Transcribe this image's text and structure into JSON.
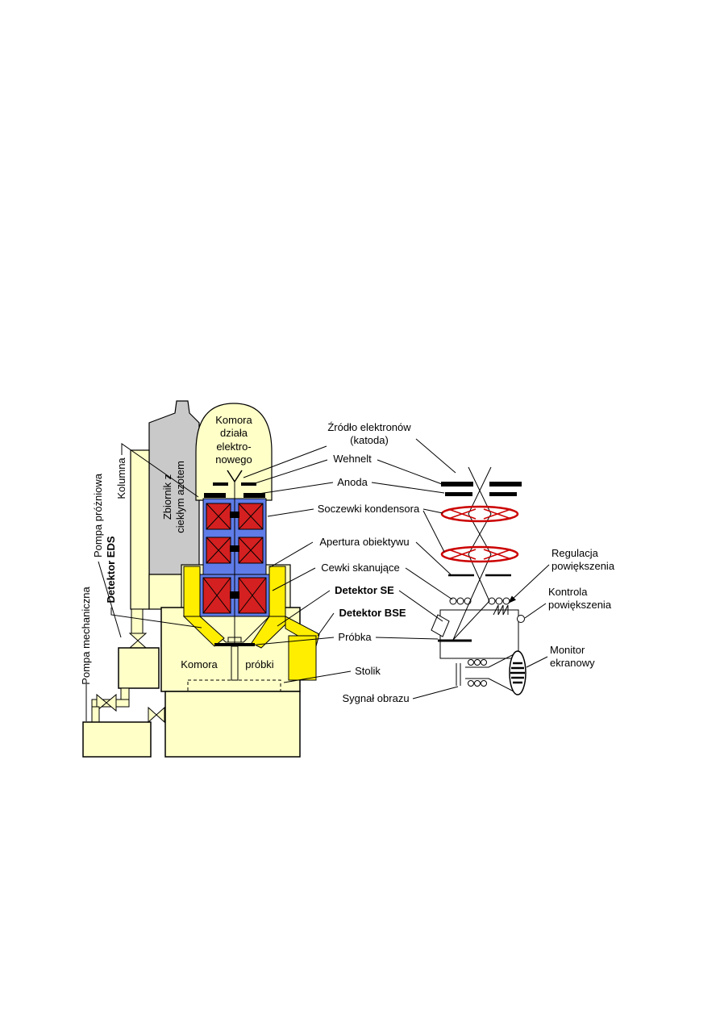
{
  "colors": {
    "body_cream": "#ffffc8",
    "tank_gray": "#c9c9c9",
    "column_blue": "#5f7ce8",
    "coil_red": "#d42020",
    "detector_yellow": "#ffee00",
    "lens_red": "#cc0000",
    "outline": "#000000"
  },
  "left_labels": {
    "pompa_mechaniczna": "Pompa mechaniczna",
    "pompa_prozniowa": "Pompa próżniowa",
    "detektor_eds": "Detektor EDS",
    "kolumna": "Kolumna"
  },
  "tank": {
    "line1": "Zbiornik z",
    "line2": "ciekłym azotem"
  },
  "gun": {
    "line1": "Komora",
    "line2": "działa",
    "line3": "elektro-",
    "line4": "nowego"
  },
  "chamber": {
    "left": "Komora",
    "right": "próbki"
  },
  "mid_labels": {
    "zrodlo": "Źródło elektronów (katoda)",
    "wehnelt": "Wehnelt",
    "anoda": "Anoda",
    "soczewki": "Soczewki kondensora",
    "apertura": "Apertura obiektywu",
    "cewki": "Cewki skanujące",
    "detektor_se": "Detektor SE",
    "detektor_bse": "Detektor BSE",
    "probka": "Próbka",
    "stolik": "Stolik",
    "sygnal": "Sygnał obrazu"
  },
  "right_labels": {
    "regulacja": "Regulacja powiększenia",
    "kontrola": "Kontrola powiększenia",
    "monitor": "Monitor ekranowy"
  }
}
